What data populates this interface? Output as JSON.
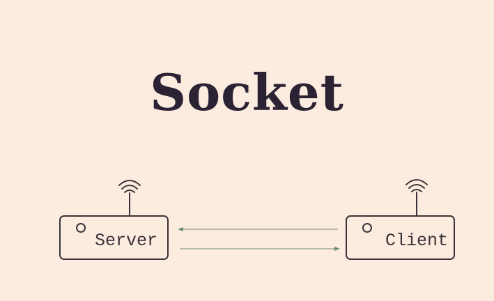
{
  "title": "Socket",
  "server": {
    "label": "Server"
  },
  "client": {
    "label": "Client"
  },
  "colors": {
    "background": "#fcebdf",
    "title": "#2b2233",
    "outline": "#3a3438",
    "arrow": "#6f8a76"
  },
  "icons": {
    "server_antenna": "wifi-signal-icon",
    "client_antenna": "wifi-signal-icon",
    "server_indicator": "status-led-icon",
    "client_indicator": "status-led-icon"
  }
}
